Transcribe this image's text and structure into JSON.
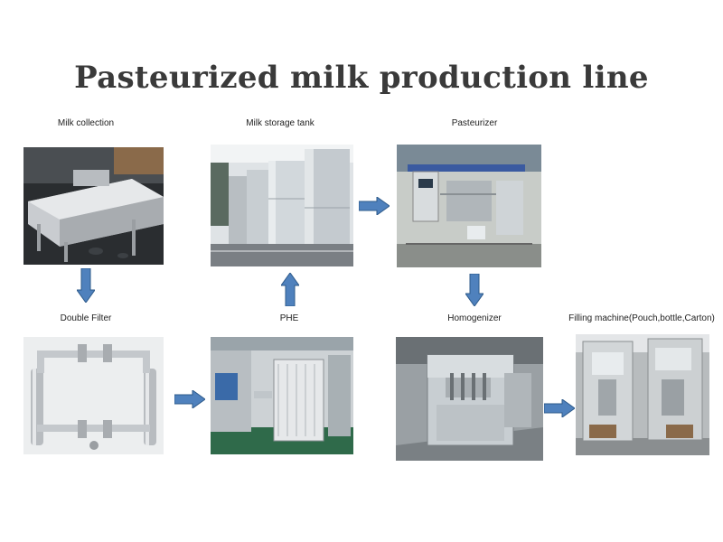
{
  "title": "Pasteurized milk production line",
  "steps": [
    {
      "label": "Milk collection"
    },
    {
      "label": "Milk storage tank"
    },
    {
      "label": "Pasteurizer"
    },
    {
      "label": "Double Filter"
    },
    {
      "label": "PHE"
    },
    {
      "label": "Homogenizer"
    },
    {
      "label": "Filling machine(Pouch,bottle,Carton)"
    }
  ],
  "colors": {
    "arrow_fill": "#4f81bd",
    "arrow_stroke": "#2e5a8a",
    "title": "#3a3a3a"
  }
}
